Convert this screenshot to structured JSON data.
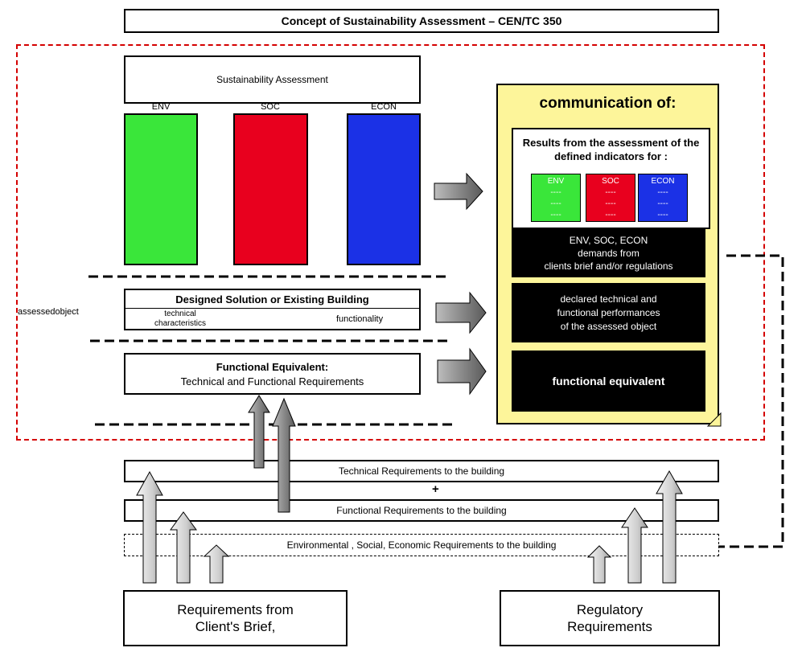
{
  "title": "Concept of Sustainability Assessment – CEN/TC 350",
  "sustainability_assessment": "Sustainability Assessment",
  "columns": [
    {
      "label": "ENV",
      "color": "#3ae63a"
    },
    {
      "label": "SOC",
      "color": "#e8001e"
    },
    {
      "label": "ECON",
      "color": "#1b31e6"
    }
  ],
  "designed_solution": {
    "title": "Designed Solution or Existing Building",
    "technical": "technical characteristics",
    "functionality": "functionality"
  },
  "assessed_object": "assessedobject",
  "functional_equivalent": {
    "title": "Functional Equivalent:",
    "subtitle": "Technical and Functional Requirements"
  },
  "communication": {
    "title": "communication of:",
    "results_title": "Results from the assessment of the defined indicators for :",
    "mini_boxes": [
      {
        "label": "ENV",
        "lines": [
          "----",
          "----",
          "----"
        ]
      },
      {
        "label": "SOC",
        "lines": [
          "----",
          "----",
          "----"
        ]
      },
      {
        "label": "ECON",
        "lines": [
          "----",
          "----",
          "----"
        ]
      }
    ],
    "demands": [
      "ENV, SOC, ECON",
      "demands from",
      "clients brief and/or regulations"
    ],
    "declared": [
      "declared technical and",
      "functional performances",
      "of the assessed object"
    ],
    "functional_equivalent": "functional equivalent"
  },
  "requirements": {
    "technical": "Technical Requirements to the building",
    "plus": "+",
    "functional": "Functional Requirements to the building",
    "env_soc_econ": "Environmental , Social, Economic Requirements to the building"
  },
  "client_brief": [
    "Requirements from",
    "Client's Brief,"
  ],
  "regulatory": [
    "Regulatory",
    "Requirements"
  ]
}
